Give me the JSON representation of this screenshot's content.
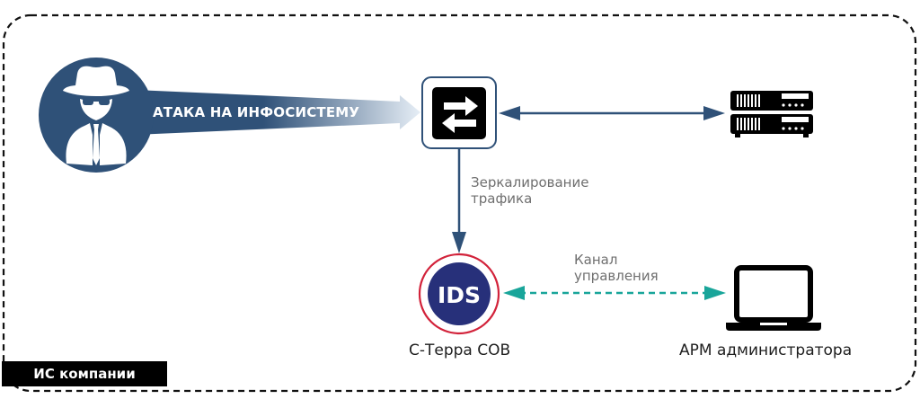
{
  "diagram": {
    "boundary_label": "ИС компании",
    "attack": {
      "label": "АТАКА НА ИНФОСИСТЕМУ",
      "icon": "hacker-icon"
    },
    "switch": {
      "icon": "switch-arrows-icon"
    },
    "server": {
      "icon": "server-rack-icon"
    },
    "mirror_label_line1": "Зеркалирование",
    "mirror_label_line2": "трафика",
    "ids": {
      "icon_text": "IDS",
      "caption": "С-Терра СОВ"
    },
    "channel_label_line1": "Канал",
    "channel_label_line2": "управления",
    "workstation": {
      "icon": "laptop-icon",
      "caption": "АРМ администратора"
    },
    "colors": {
      "navy": "#2f5178",
      "ids_fill": "#27307a",
      "ids_ring": "#d2223a",
      "teal": "#19a59a",
      "black": "#000000",
      "label_gray": "#6f6f6f"
    }
  }
}
